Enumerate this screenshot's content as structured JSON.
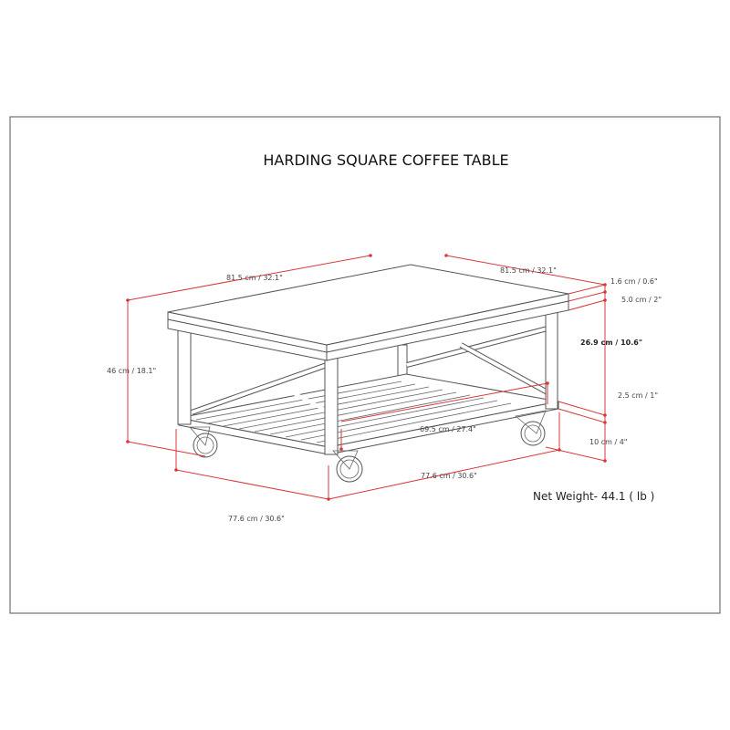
{
  "title": "HARDING  SQUARE COFFEE TABLE",
  "dimensions": {
    "top_length_left": "81.5 cm / 32.1\"",
    "top_length_right": "81.5 cm / 32.1\"",
    "top_thickness": "1.6 cm / 0.6\"",
    "apron_height": "5.0 cm / 2\"",
    "clearance_height": "26.9 cm / 10.6\"",
    "overall_height": "46 cm / 18.1\"",
    "shelf_depth": "69.5 cm / 27.4\"",
    "shelf_thickness": "2.5 cm / 1\"",
    "wheel_height": "10 cm / 4\"",
    "base_length_left": "77.6 cm / 30.6\"",
    "base_length_right": "77.6 cm / 30.6\""
  },
  "net_weight": "Net Weight- 44.1 ( lb )",
  "colors": {
    "dimension_lines": "#d9383a",
    "outline": "#555555"
  }
}
